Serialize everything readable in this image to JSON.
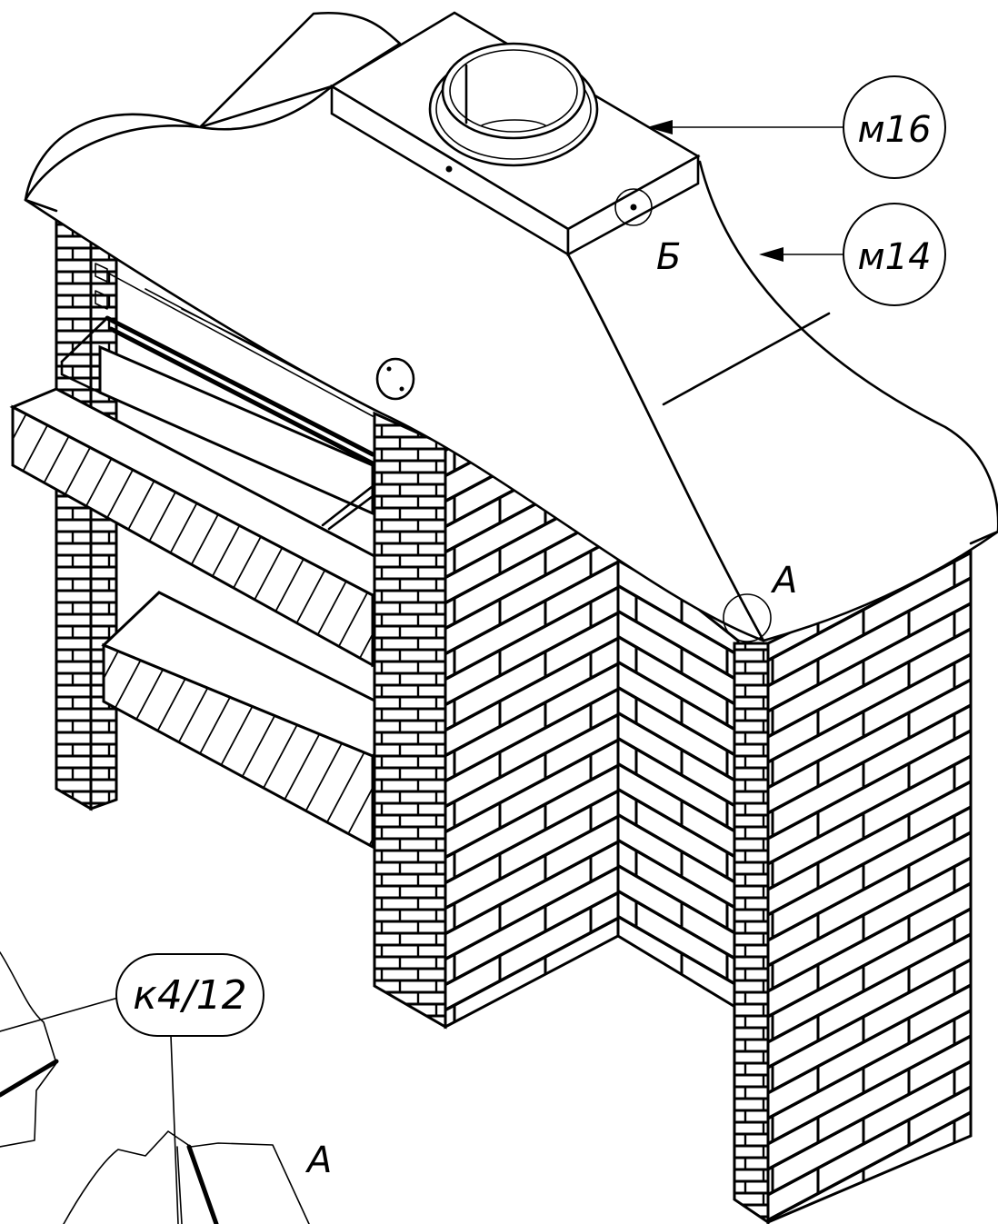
{
  "callouts": {
    "m16": "м16",
    "m14": "м14",
    "k4_12": "к4/12"
  },
  "views": {
    "detail_a": "А",
    "detail_b": "Б",
    "detail_a_zoom": "А"
  }
}
